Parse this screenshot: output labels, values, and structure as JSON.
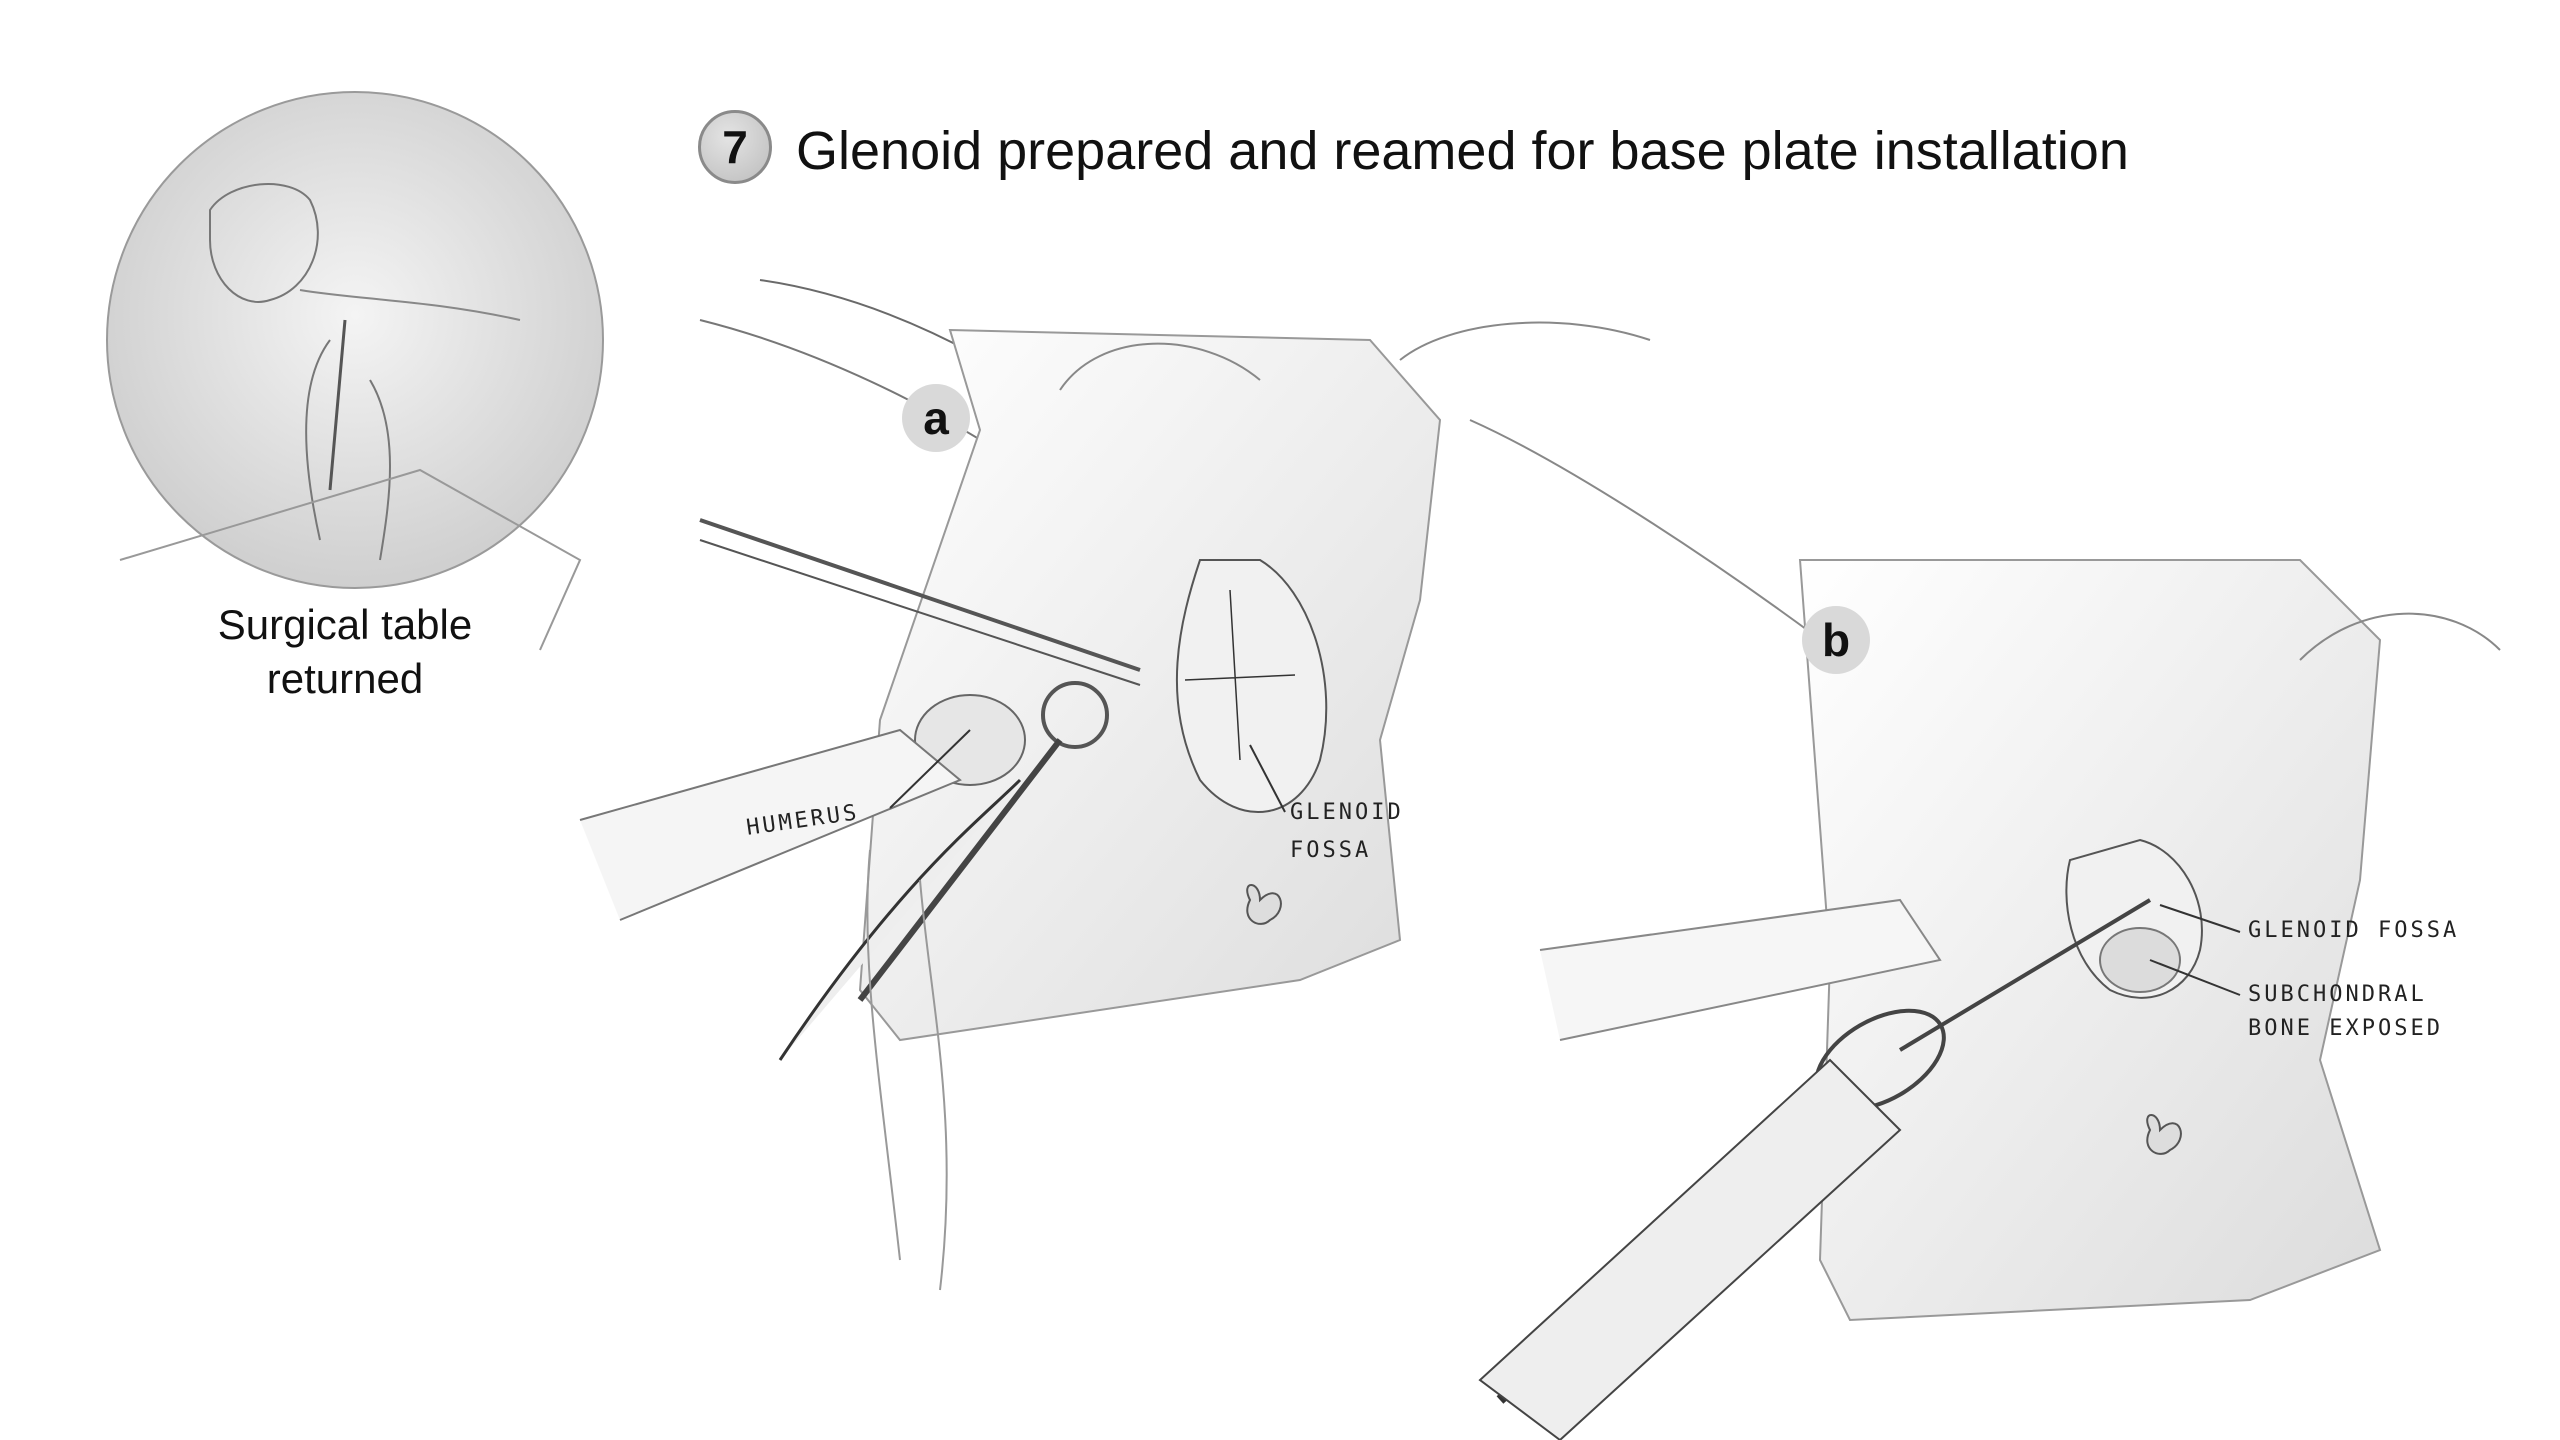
{
  "header": {
    "step_number": "7",
    "title": "Glenoid prepared and reamed for base plate installation"
  },
  "inset": {
    "caption_line1": "Surgical table",
    "caption_line2": "returned"
  },
  "panels": {
    "a": {
      "label": "a",
      "annotations": {
        "humerus": "HUMERUS",
        "glenoid_line1": "GLENOID",
        "glenoid_line2": "FOSSA"
      }
    },
    "b": {
      "label": "b",
      "annotations": {
        "glenoid_fossa": "GLENOID FOSSA",
        "subchondral_line1": "SUBCHONDRAL",
        "subchondral_line2": "BONE EXPOSED"
      }
    }
  },
  "colors": {
    "line": "#555555",
    "shade": "#d8d8d8",
    "badge": "#d9d9d9"
  }
}
